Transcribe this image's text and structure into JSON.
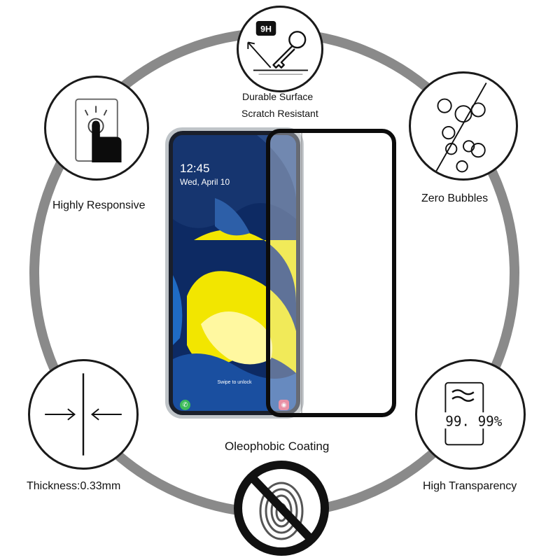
{
  "features": {
    "durable": {
      "badge_text": "9H",
      "line1": "Durable Surface",
      "line2": "Scratch Resistant"
    },
    "responsive": {
      "label": "Highly Responsive"
    },
    "bubbles": {
      "label": "Zero Bubbles"
    },
    "thickness": {
      "label": "Thickness:0.33mm"
    },
    "transparency": {
      "badge_text": "99. 99%",
      "label": "High Transparency"
    },
    "oleophobic": {
      "label": "Oleophobic Coating"
    }
  },
  "phone": {
    "time": "12:45",
    "date": "Wed, April 10",
    "swipe_hint": "Swipe to unlock"
  },
  "colors": {
    "ring": "#8a8a8a",
    "badge_border": "#1a1a1a",
    "protector_border": "#0c0c0c",
    "wallpaper_blue": "#0d2a63",
    "wallpaper_yellow": "#f2e600",
    "prohibit_red": "#111111"
  },
  "icons": {
    "durable": "scratch-key-icon",
    "responsive": "touch-finger-icon",
    "bubbles": "no-bubbles-icon",
    "thickness": "thin-arrows-icon",
    "transparency": "transparency-glass-icon",
    "oleophobic": "no-fingerprint-icon"
  }
}
